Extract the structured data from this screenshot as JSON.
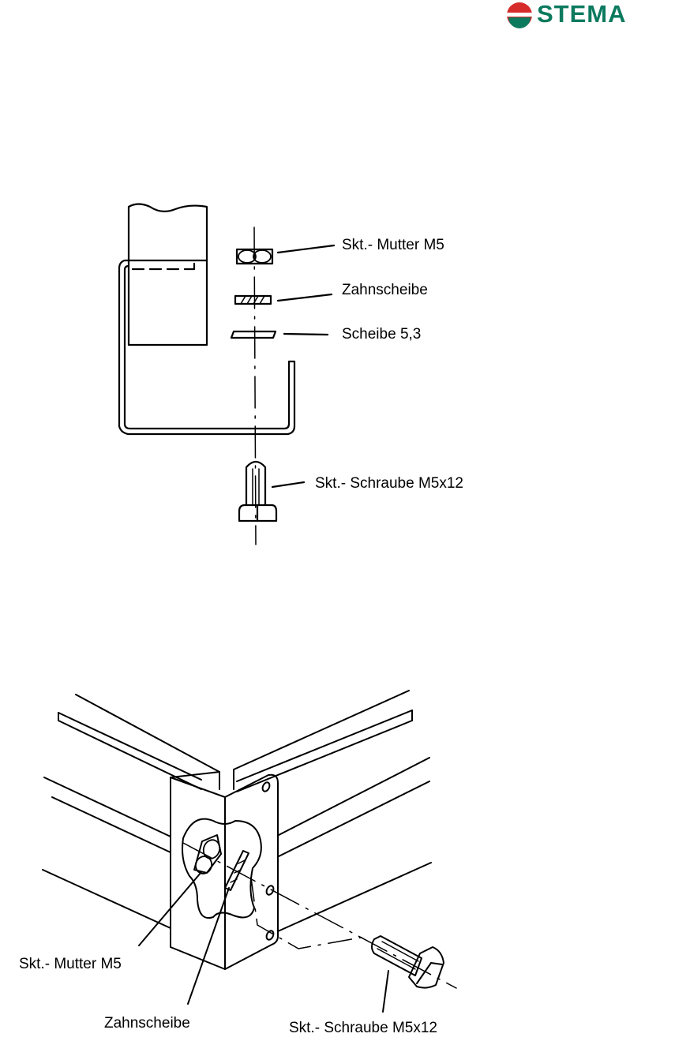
{
  "brand": {
    "name": "STEMA",
    "color": "#0b7a5e",
    "accent": "#d62b2b"
  },
  "diagram_top": {
    "labels": {
      "nut": "Skt.- Mutter M5",
      "toothed_washer": "Zahnscheibe",
      "washer": "Scheibe 5,3",
      "bolt": "Skt.- Schraube M5x12"
    }
  },
  "diagram_bottom": {
    "labels": {
      "nut": "Skt.- Mutter M5",
      "toothed_washer": "Zahnscheibe",
      "bolt": "Skt.- Schraube M5x12"
    }
  }
}
